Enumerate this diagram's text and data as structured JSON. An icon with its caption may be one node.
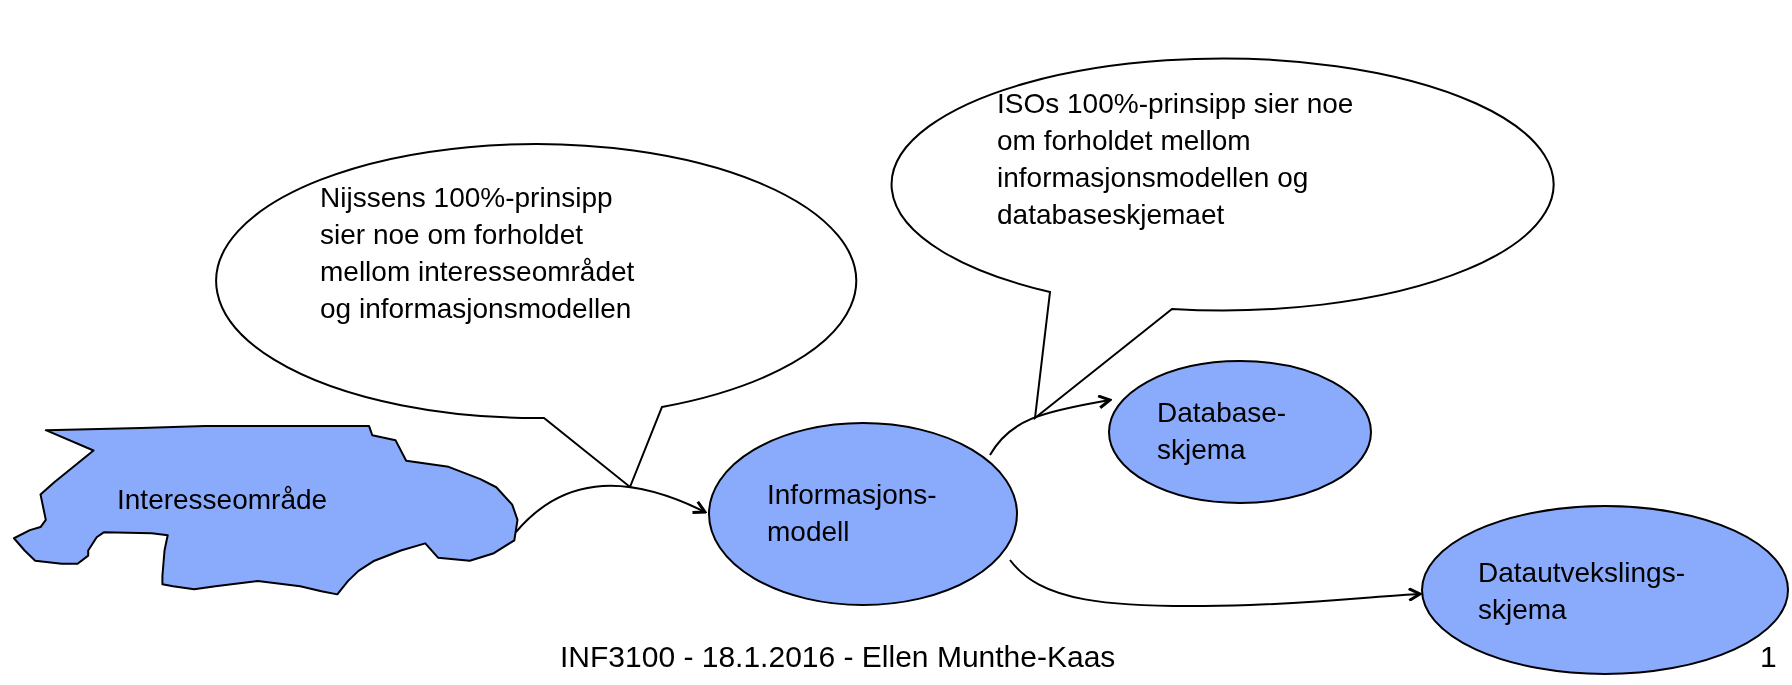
{
  "diagram": {
    "nodes": [
      {
        "text": [
          "Interesseområde"
        ]
      },
      {
        "text": [
          "Informasjons- modell"
        ]
      },
      {
        "text": [
          "Database- skjema"
        ]
      },
      {
        "text": [
          "Datautvekslings- skjema"
        ]
      },
      {
        "text": [
          "Nijssens 100%-prinsipp sier noe om forholdet mellom interesseområdet og informasjonsmodellen"
        ]
      },
      {
        "text": [
          "ISOs 100%-prinsipp sier noe om forholdet mellom informasjonsmodellen og databaseskjemaet"
        ]
      }
    ],
    "edges": [
      {
        "from": 0,
        "to": 1,
        "arrow": "to"
      },
      {
        "from": 1,
        "to": 2,
        "arrow": "to"
      },
      {
        "from": 1,
        "to": 3,
        "arrow": "to"
      }
    ],
    "labels": [
      "INF3100 - 18.1.2016 - Ellen Munthe-Kaas",
      "1"
    ]
  }
}
